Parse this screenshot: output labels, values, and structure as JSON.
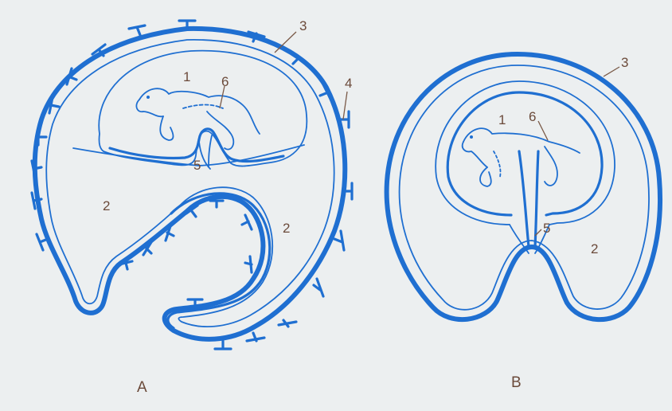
{
  "colors": {
    "accent": "#1f6fd1",
    "background": "#eceff0",
    "label": "#6b4a3a"
  },
  "panel_a": {
    "caption": "A",
    "labels": {
      "l1": "1",
      "l2a": "2",
      "l2b": "2",
      "l3": "3",
      "l4": "4",
      "l5": "5",
      "l6": "6"
    }
  },
  "panel_b": {
    "caption": "B",
    "labels": {
      "l1": "1",
      "l2": "2",
      "l3": "3",
      "l5": "5",
      "l6": "6"
    }
  }
}
